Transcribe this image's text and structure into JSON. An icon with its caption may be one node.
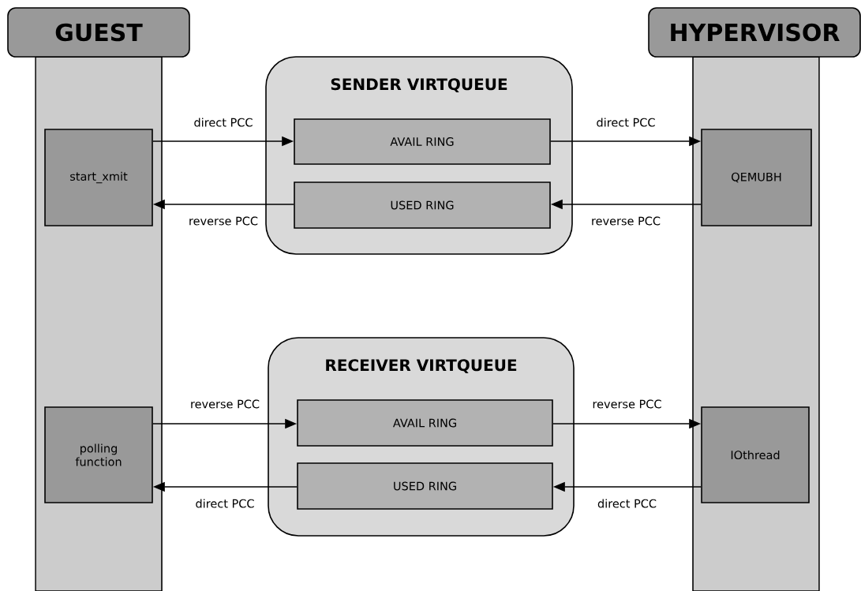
{
  "diagram": {
    "nodes": [
      {
        "text": [
          "GUEST"
        ]
      },
      {
        "text": [
          "HYPERVISOR"
        ]
      },
      {
        "text": [
          "SENDER VIRTQUEUE"
        ]
      },
      {
        "text": [
          "AVAIL RING"
        ],
        "in": 2
      },
      {
        "text": [
          "USED RING"
        ],
        "in": 2
      },
      {
        "text": [
          "start_xmit"
        ],
        "in": 0
      },
      {
        "text": [
          "QEMUBH"
        ],
        "in": 1
      },
      {
        "text": [
          "RECEIVER VIRTQUEUE"
        ]
      },
      {
        "text": [
          "AVAIL RING"
        ],
        "in": 7
      },
      {
        "text": [
          "USED RING"
        ],
        "in": 7
      },
      {
        "text": [
          "polling function"
        ],
        "in": 0
      },
      {
        "text": [
          "IOthread"
        ],
        "in": 1
      }
    ],
    "edges": [
      {
        "from": 5,
        "to": 3,
        "arrow": "to",
        "label": "direct PCC"
      },
      {
        "from": 3,
        "to": 6,
        "arrow": "to",
        "label": "direct PCC"
      },
      {
        "from": 4,
        "to": 5,
        "arrow": "to",
        "label": "reverse PCC"
      },
      {
        "from": 6,
        "to": 4,
        "arrow": "to",
        "label": "reverse PCC"
      },
      {
        "from": 10,
        "to": 8,
        "arrow": "to",
        "label": "reverse PCC"
      },
      {
        "from": 8,
        "to": 11,
        "arrow": "to",
        "label": "reverse PCC"
      },
      {
        "from": 9,
        "to": 10,
        "arrow": "to",
        "label": "direct PCC"
      },
      {
        "from": 11,
        "to": 9,
        "arrow": "to",
        "label": "direct PCC"
      }
    ]
  }
}
